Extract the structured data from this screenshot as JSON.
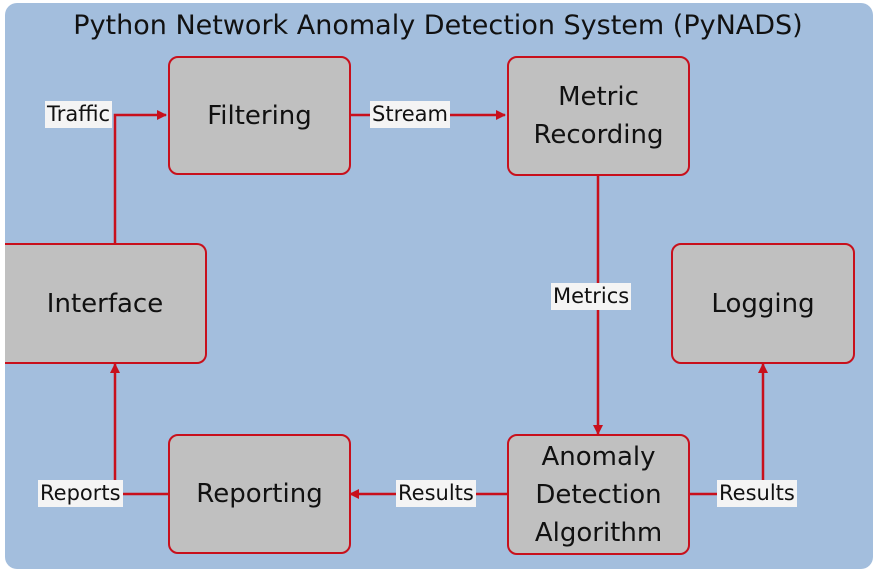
{
  "title": "Python Network Anomaly Detection System (PyNADS)",
  "colors": {
    "panel": "#a3bedd",
    "node_fill": "#c0c0c0",
    "edge": "#c8101c"
  },
  "nodes": {
    "filtering": "Filtering",
    "metric_recording": "Metric\nRecording",
    "interface": "Interface",
    "logging": "Logging",
    "reporting": "Reporting",
    "anomaly_detection": "Anomaly\nDetection\nAlgorithm"
  },
  "edges": {
    "traffic": "Traffic",
    "stream": "Stream",
    "metrics": "Metrics",
    "results_to_reporting": "Results",
    "results_to_logging": "Results",
    "reports": "Reports"
  }
}
